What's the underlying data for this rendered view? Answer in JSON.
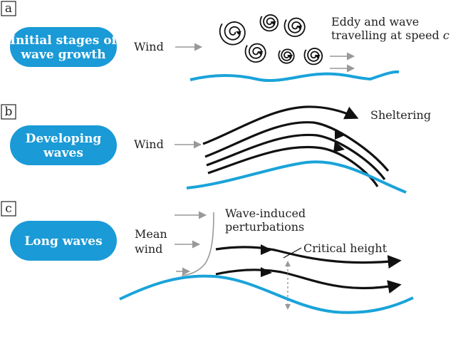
{
  "panels": [
    {
      "letter": "a",
      "stage_lines": [
        "Initial stages of",
        "wave growth"
      ],
      "wind_label": "Wind",
      "annotation_lines": [
        "Eddy and wave",
        "travelling at speed "
      ],
      "annotation_italic": "c"
    },
    {
      "letter": "b",
      "stage_lines": [
        "Developing",
        "waves"
      ],
      "wind_label": "Wind",
      "annotation_lines": [
        "Sheltering"
      ]
    },
    {
      "letter": "c",
      "stage_lines": [
        "Long waves"
      ],
      "wind_label_lines": [
        "Mean",
        "wind"
      ],
      "annotation_lines": [
        "Wave-induced",
        "perturbations"
      ],
      "critical_label": "Critical height"
    }
  ],
  "colors": {
    "pill": "#1a9ad6",
    "water": "#1aa3d9",
    "wind_arrow": "#999999",
    "flow": "#111111",
    "text": "#222222"
  }
}
